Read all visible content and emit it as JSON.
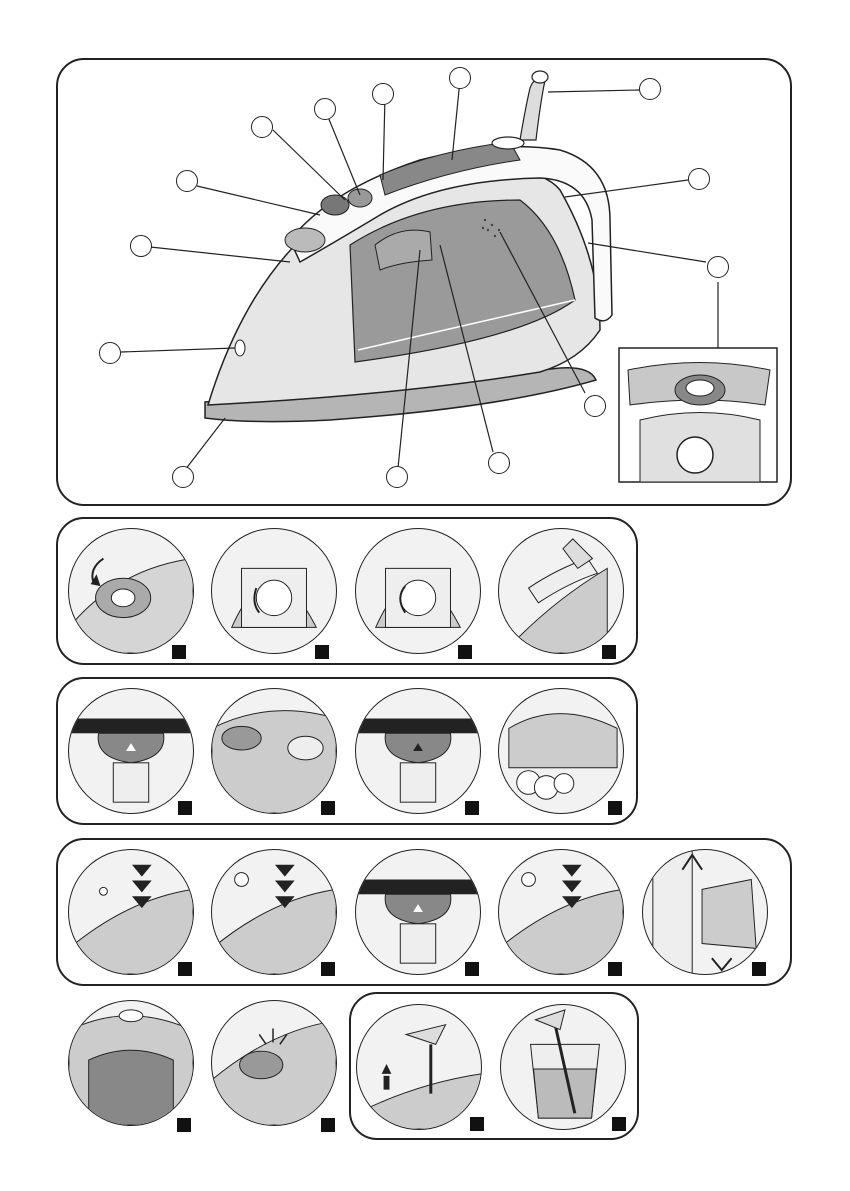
{
  "figure": {
    "callouts_count": 14,
    "step_rows": [
      {
        "row": 1,
        "steps": [
          "open-filler-cap",
          "fill-tank-left",
          "fill-tank-right",
          "pour-water"
        ]
      },
      {
        "row": 2,
        "steps": [
          "dial-set-1",
          "steam-burst",
          "dial-set-2",
          "steam-output"
        ]
      },
      {
        "row": 3,
        "steps": [
          "spray-button",
          "burst-button-1",
          "dial-set-3",
          "burst-button-2",
          "vertical-steam"
        ]
      },
      {
        "row": 4,
        "steps": [
          "rear-closeup",
          "indicator-flash",
          "remove-anticalc-rod",
          "soak-rod-in-vinegar"
        ]
      }
    ]
  },
  "colors": {
    "line": "#222222",
    "light_gray": "#e6e6e6",
    "mid_gray": "#b5b5b5",
    "dark_gray": "#7a7a7a",
    "marker": "#111111"
  },
  "icons": {
    "markers": "black-square-marker",
    "callouts": "empty-callout-circle"
  }
}
